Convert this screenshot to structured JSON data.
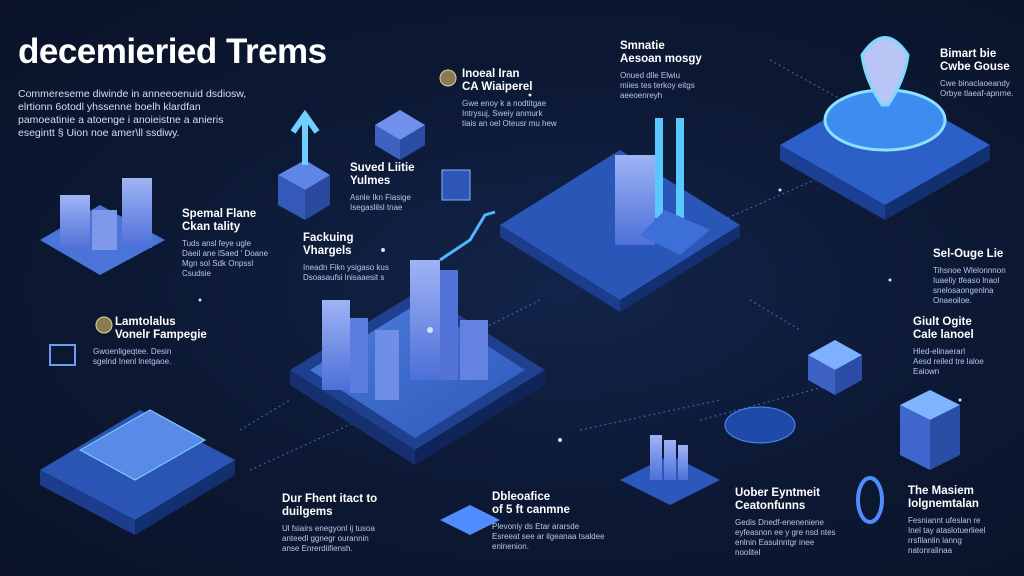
{
  "title": "decemieried Trems",
  "intro": "Commereseme diwinde  in anneeoenuid dsdiosw, elrtionn 6otodl yhssenne boelh klardfan pamoeatinie a atoenge i anoieistne a anieris esegintt § Uion noe amer\\ll ssdiwy.",
  "colors": {
    "background": "#0c1833",
    "accent": "#4f8dff",
    "glow": "#5ac8ff"
  },
  "labels": [
    {
      "title": "Inoeal Iran\nCA Wiaiperel",
      "body": "Gwe enoy k a nodtitgae\nIntrysuj, Sweiy anmurk\ntiais an oel Oteusr mu hew"
    },
    {
      "title": "Smnatie\nAesoan mosgy",
      "body": "Onued dlle Elwiu\nmiies tes terkoy eitgs\naeeoenreyh"
    },
    {
      "title": "Bimart bie\nCwbe Gouse",
      "body": "Cwe binaclaoeandy\nOrbye tlaeaf-apnrne."
    },
    {
      "title": "Spemal Flane\nCkan tality",
      "body": "Tuds ansl feye ugle\nDaeil ane lSaed ' Doane\nMgn  sol Sdk Onpssl\nCsudsie"
    },
    {
      "title": "Suved Liitie\nYulmes",
      "body": "Asnle  Ikn Fiasige\nIsegaslilsl tnae"
    },
    {
      "title": "Fackuing\nVhargels",
      "body": "Ineadn  Fikn  ysigaso kus\nDsoasaufsi lnisaaesit s"
    },
    {
      "title": "Lamtolalus\nVonelr Fampegie",
      "body": "Gwoenligeqtee. Desin\nsgelnd  Inenl lnetgaoe."
    },
    {
      "title": "Sel-Ouge Lie",
      "body": "Tihsnoe  Wlelonnnon\nIuaeliy  tfeaso lnaol\nsnelosaongenlna\nOnaeoiloe."
    },
    {
      "title": "Giult Ogite\nCale lanoel",
      "body": "Hled-elinaerarl\nAesd reiled  tre laloe\nEaiown"
    },
    {
      "title": "Dur Fhent itact to\nduilgems",
      "body": "Ul fsiairs enegyonl ij tusoa\nanteedl ggnegr ourannin\nanse  Enrerdiifiensh."
    },
    {
      "title": "Dbleoafice\nof 5 ft canmne",
      "body": "Plevoniy ds  Etar ararsde\nEsreeat see  ar ilgeanaa tsaldee\nenlnenion."
    },
    {
      "title": "Uober Eyntmeit\nCeatonfunns",
      "body": "Gedis  Dnedf-eneneniene\neyfeasnon ee  y gre nsd ntes\nenlnin  Easulnntgr inee\nnoolitel"
    },
    {
      "title": "The Masiem\nIolgnemtalan",
      "body": "Fesniannt ufeslan re\nInel  tay ataslotuerlieel\nrrsfilanlin  lanng\nnatonralinaa"
    }
  ]
}
